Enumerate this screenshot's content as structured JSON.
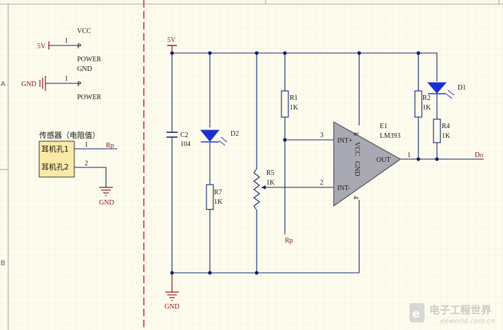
{
  "zones": {
    "a": "A",
    "b": "B"
  },
  "power_ports": {
    "vcc_port": {
      "net": "5V",
      "pin": "1",
      "ref": "P",
      "value_top": "VCC",
      "value_bottom": "POWER"
    },
    "gnd_port": {
      "net": "GND",
      "pin": "1",
      "ref": "P",
      "value_top": "GND",
      "value_bottom": "POWER"
    }
  },
  "sensor": {
    "title": "传感器（电阻值）",
    "pins": [
      {
        "label": "耳机孔1",
        "number": "1",
        "net": "Rp"
      },
      {
        "label": "耳机孔2",
        "number": "2",
        "net": "GND"
      }
    ]
  },
  "circuit": {
    "supply_label": "5V",
    "ground_label": "GND",
    "c2": {
      "ref": "C2",
      "value": "104"
    },
    "d2": {
      "ref": "D2"
    },
    "r7": {
      "ref": "R7",
      "value": "1K"
    },
    "r5": {
      "ref": "R5",
      "value": "1K"
    },
    "r1": {
      "ref": "R1",
      "value": "1K"
    },
    "rp_label": "Rp",
    "e1": {
      "ref": "E1",
      "value": "LM393",
      "pin_plus": "3",
      "pin_minus": "2",
      "pin_out": "1",
      "pin_vcc": "8",
      "pin_gnd": "4",
      "label_plus": "INT+",
      "label_minus": "INT-",
      "label_out": "OUT",
      "label_vcc": "VCC",
      "label_gnd": "GND"
    },
    "r2": {
      "ref": "R2",
      "value": "1K"
    },
    "d1": {
      "ref": "D1"
    },
    "r4": {
      "ref": "R4",
      "value": "1K"
    },
    "output_label": "Do"
  },
  "watermark": {
    "cn": "电子工程世界",
    "url": "eeworld.com.cn"
  },
  "colors": {
    "paper": "#fdfcee",
    "wire": "#0a1f6b",
    "power_text": "#8b1010",
    "divider": "#d03030",
    "opamp_fill": "#a9a9b4",
    "led_blue": "#1a2fd0",
    "sensor_fill": "#fbeaa6"
  }
}
